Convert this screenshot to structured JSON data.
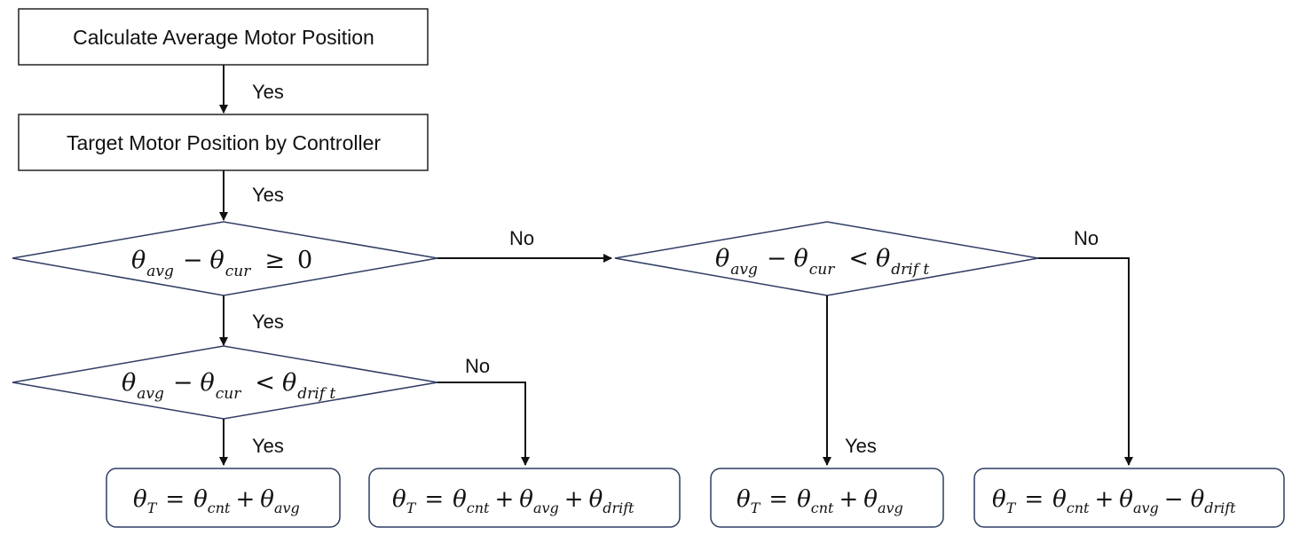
{
  "colors": {
    "line": "#111111",
    "rect_border": "#222222",
    "shape_border": "#2f3d63",
    "background": "#ffffff"
  },
  "boxes": {
    "calc_avg": "Calculate  Average Motor Position",
    "target_pos": "Target Motor Position by Controller"
  },
  "labels": {
    "yes": "Yes",
    "no": "No"
  },
  "decision1": {
    "theta": "θ",
    "avg": "avg",
    "minus": "−",
    "cur": "cur",
    "cmp": "≥",
    "zero": "0"
  },
  "decision2": {
    "theta": "θ",
    "avg": "avg",
    "minus": "−",
    "cur": "cur",
    "cmp": "<",
    "drift": "drif t"
  },
  "decision3": {
    "theta": "θ",
    "avg": "avg",
    "minus": "−",
    "cur": "cur",
    "cmp": "<",
    "drift": "drif t"
  },
  "results": {
    "r1": {
      "theta": "θ",
      "T": "T",
      "eq": "=",
      "cnt": "cnt",
      "plus": "+",
      "avg": "avg"
    },
    "r2": {
      "theta": "θ",
      "T": "T",
      "eq": "=",
      "cnt": "cnt",
      "plus": "+",
      "avg": "avg",
      "plus2": "+",
      "drift": "drift"
    },
    "r3": {
      "theta": "θ",
      "T": "T",
      "eq": "=",
      "cnt": "cnt",
      "plus": "+",
      "avg": "avg"
    },
    "r4": {
      "theta": "θ",
      "T": "T",
      "eq": "=",
      "cnt": "cnt",
      "plus": "+",
      "avg": "avg",
      "minus": "−",
      "drift": "drift"
    }
  }
}
